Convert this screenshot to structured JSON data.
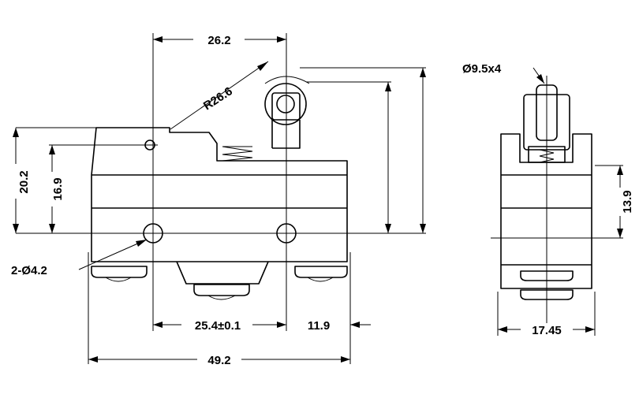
{
  "labels": {
    "width_overall": "49.2",
    "actuator_offset": "26.2",
    "roller_radius": "R26.6",
    "height_overall": "20.2",
    "height_body": "16.9",
    "mount_holes": "2-Ø4.2",
    "hole_pitch": "25.4±0.1",
    "hole_to_edge": "11.9",
    "roller_diameter": "Ø9.5x4",
    "side_width": "17.45",
    "side_height": "13.9"
  }
}
